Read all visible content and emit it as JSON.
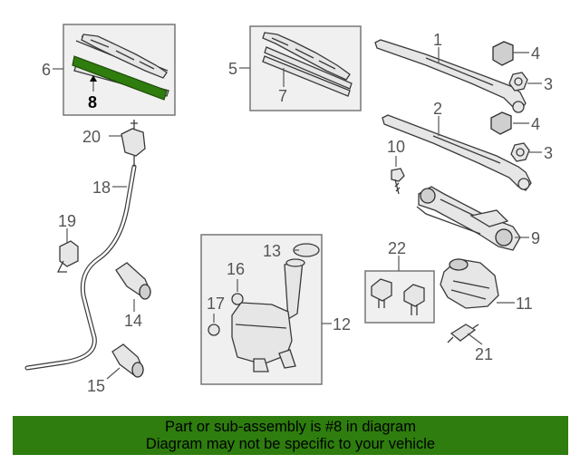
{
  "diagram": {
    "callouts": [
      "1",
      "2",
      "3",
      "3",
      "4",
      "4",
      "5",
      "6",
      "7",
      "8",
      "9",
      "10",
      "11",
      "12",
      "13",
      "14",
      "15",
      "16",
      "17",
      "18",
      "19",
      "20",
      "21",
      "22"
    ],
    "highlighted_part": "8",
    "highlight_color": "#2e7d0e"
  },
  "footer": {
    "line1": "Part or sub-assembly is #8 in diagram",
    "line2": "Diagram may not be specific to your vehicle",
    "background": "#2e7d0e"
  }
}
